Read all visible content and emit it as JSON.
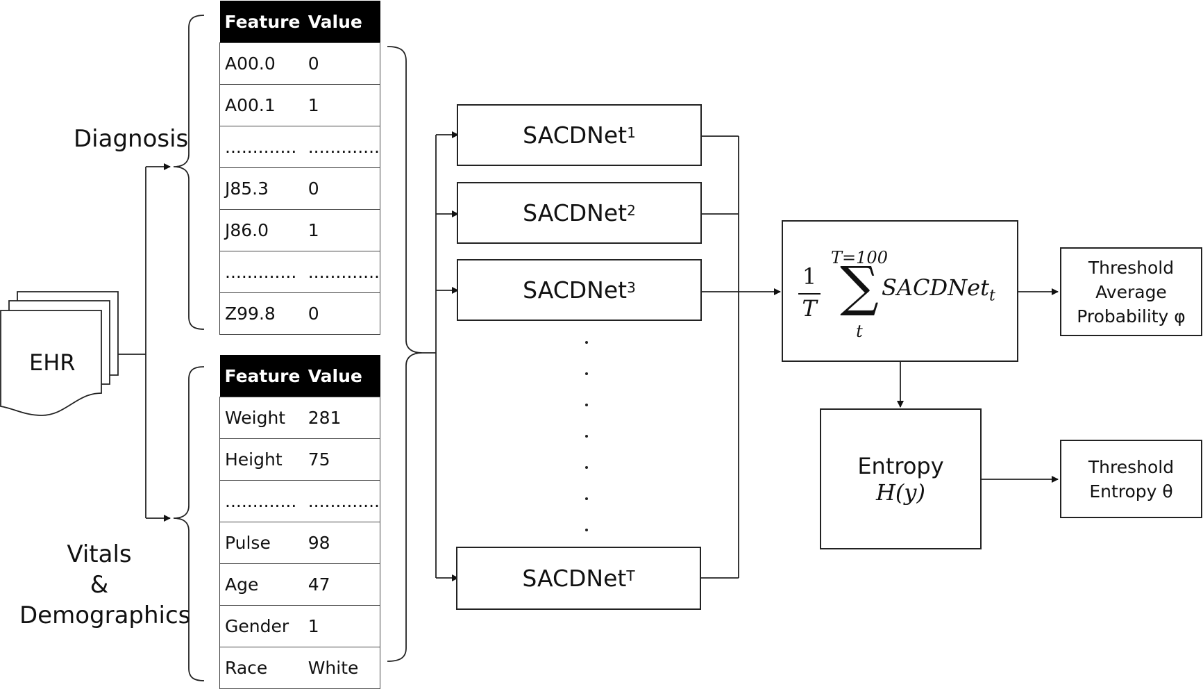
{
  "source": {
    "label": "EHR"
  },
  "groups": {
    "diagnosis": "Diagnosis",
    "vitals_line1": "Vitals",
    "vitals_line2": "&",
    "vitals_line3": "Demographics"
  },
  "diagnosis_table": {
    "headers": [
      "Feature",
      "Value"
    ],
    "rows": [
      [
        "A00.0",
        "0"
      ],
      [
        "A00.1",
        "1"
      ],
      [
        ".............",
        "............."
      ],
      [
        "J85.3",
        "0"
      ],
      [
        "J86.0",
        "1"
      ],
      [
        ".............",
        "............."
      ],
      [
        "Z99.8",
        "0"
      ]
    ]
  },
  "vitals_table": {
    "headers": [
      "Feature",
      "Value"
    ],
    "rows": [
      [
        "Weight",
        "281"
      ],
      [
        "Height",
        "75"
      ],
      [
        ".............",
        "............."
      ],
      [
        "Pulse",
        "98"
      ],
      [
        "Age",
        "47"
      ],
      [
        "Gender",
        "1"
      ],
      [
        "Race",
        "White"
      ]
    ]
  },
  "ensemble": {
    "base": "SACDNet",
    "members": [
      {
        "base": "SACDNet",
        "sup": "1"
      },
      {
        "base": "SACDNet",
        "sup": "2"
      },
      {
        "base": "SACDNet",
        "sup": "3"
      },
      {
        "base": "SACDNet",
        "sup": "T"
      }
    ]
  },
  "aggregate": {
    "numerator": "1",
    "denominator": "T",
    "upper": "T=100",
    "lower": "t",
    "sum_symbol": "∑",
    "term": "SACDNet",
    "term_sub": "t"
  },
  "entropy": {
    "title": "Entropy",
    "formula": "H(y)"
  },
  "threshold_prob": {
    "line1": "Threshold",
    "line2": "Average",
    "line3": "Probability φ"
  },
  "threshold_entropy": {
    "line1": "Threshold",
    "line2": "Entropy θ"
  }
}
